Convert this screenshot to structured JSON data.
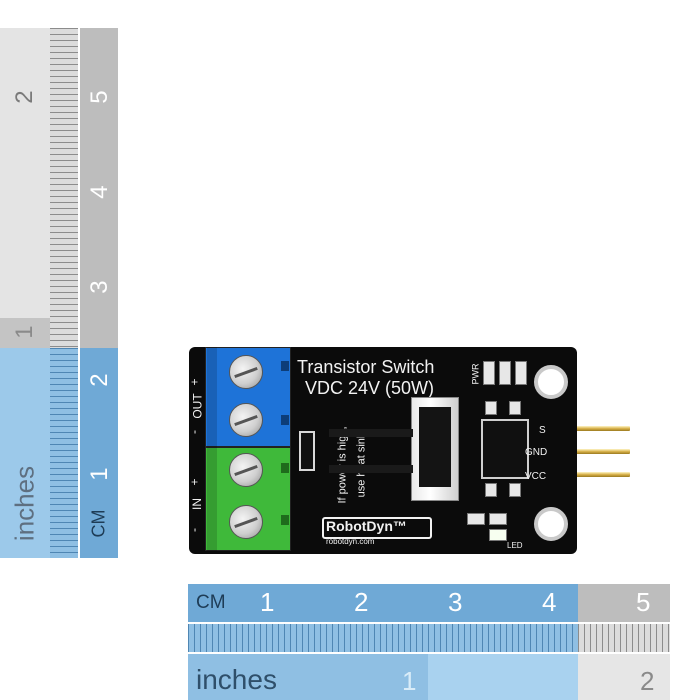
{
  "left_ruler": {
    "inches_label": "inches",
    "inch_ticks": [
      "2",
      "1"
    ],
    "cm_label": "CM",
    "cm_ticks": [
      "5",
      "4",
      "3",
      "2",
      "1"
    ]
  },
  "bottom_ruler": {
    "cm_label": "CM",
    "cm_ticks": [
      "1",
      "2",
      "3",
      "4",
      "5"
    ],
    "inches_label": "inches",
    "inch_ticks": [
      "1",
      "2"
    ]
  },
  "board": {
    "title_line1": "Transistor Switch",
    "title_line2": "VDC 24V (50W)",
    "warning_line1": "If power is high,",
    "warning_line2": "use heat sink",
    "brand": "RobotDyn™",
    "website": "robotdyn.com",
    "terminal_labels": [
      "+",
      "OUT",
      "-",
      "+",
      "IN",
      "-"
    ],
    "pin_labels": [
      "S",
      "GND",
      "VCC"
    ],
    "pwr_label": "PWR",
    "led_label": "LED"
  },
  "colors": {
    "ruler_blue": "#6fa9d6",
    "ruler_blue_light": "#9cc9ea",
    "ruler_grey": "#bdbdbd",
    "ruler_grey_light": "#e6e6e6",
    "board_black": "#0b0b0b",
    "terminal_blue": "#1e73d8",
    "terminal_green": "#3fb93a",
    "pin_gold": "#d8b14a"
  }
}
